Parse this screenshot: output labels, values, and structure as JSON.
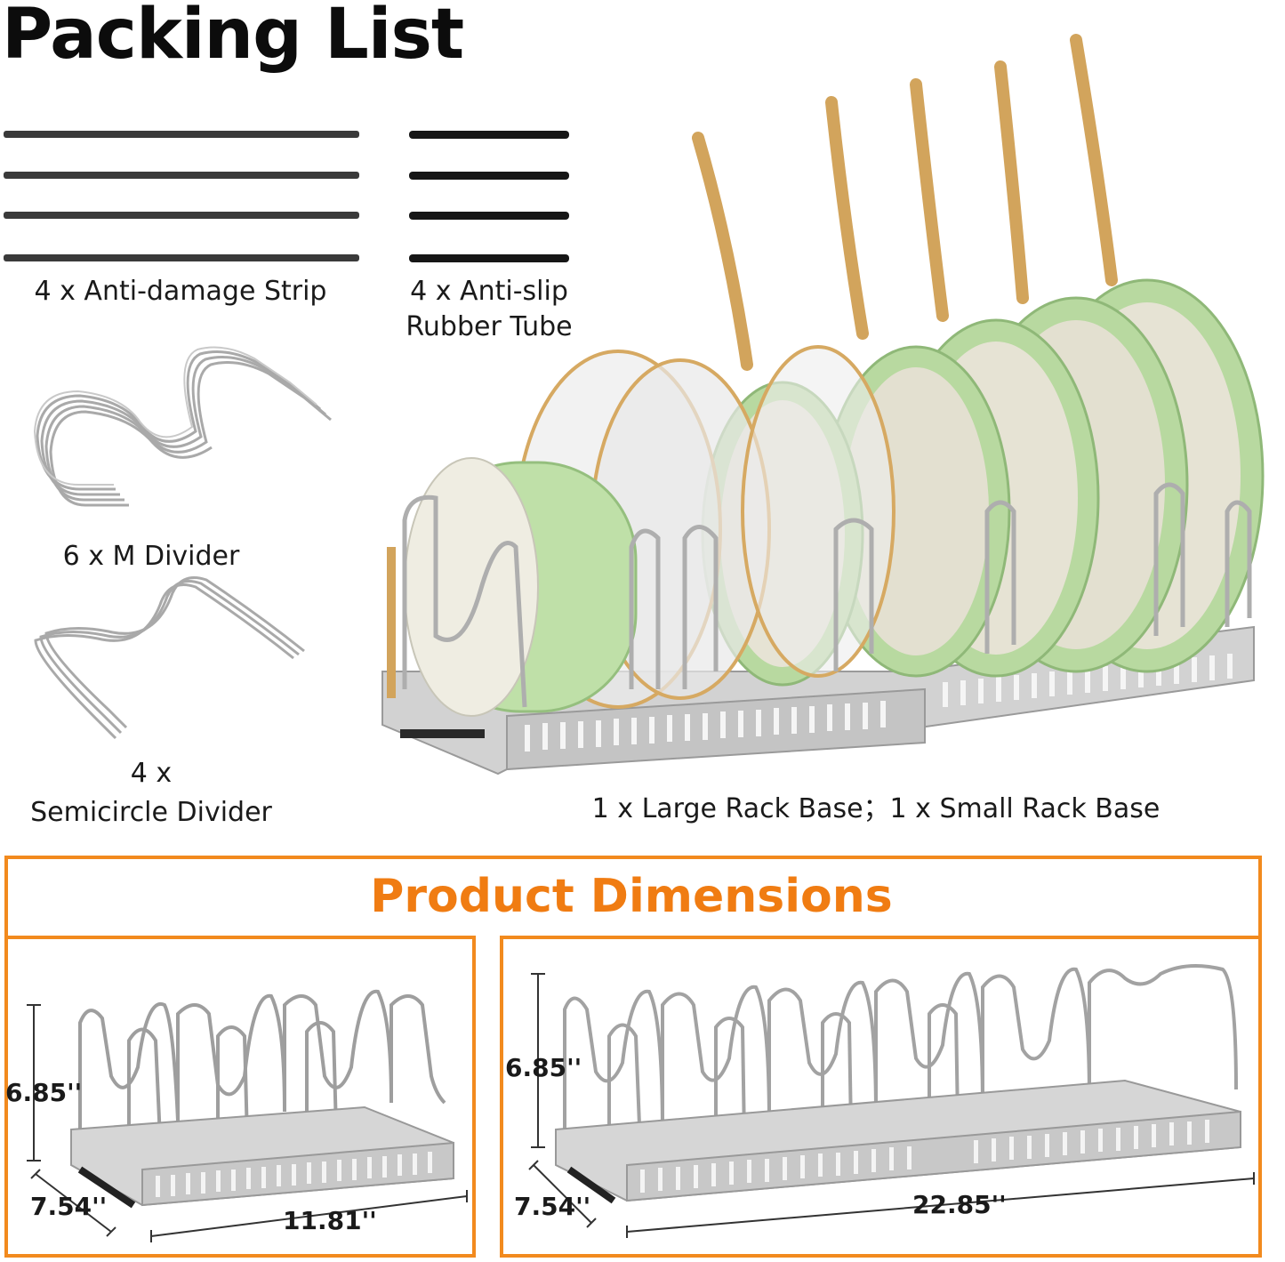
{
  "title": "Packing List",
  "items": {
    "strip": "4 x Anti-damage Strip",
    "tube_line1": "4 x Anti-slip",
    "tube_line2": "Rubber Tube",
    "m_divider": "6 x M Divider",
    "semi_line1": "4 x",
    "semi_line2": "Semicircle Divider",
    "bases": "1 x Large Rack Base；1 x Small Rack Base"
  },
  "dimensions": {
    "title": "Product Dimensions",
    "small": {
      "height": "6.85''",
      "depth": "7.54''",
      "width": "11.81''"
    },
    "large": {
      "height": "6.85''",
      "depth": "7.54''",
      "width": "22.85''"
    }
  },
  "colors": {
    "accent": "#f28a1e",
    "pan_green": "#b9dca0",
    "handle_gold": "#d6a962",
    "metal": "#b8b8b8"
  }
}
